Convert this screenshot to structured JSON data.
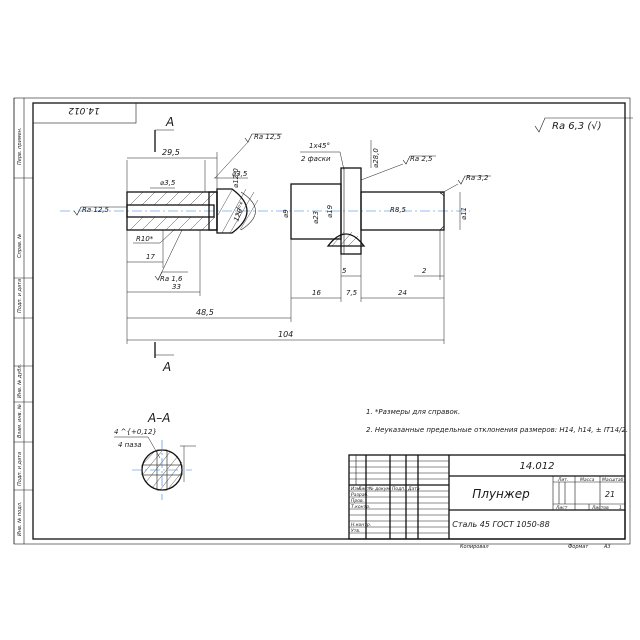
{
  "sheet": {
    "rotated_code": "14.012",
    "title_code": "14.012",
    "part_name": "Плунжер",
    "material": "Сталь 45 ГОСТ 1050-88",
    "mass": "21",
    "scale_label": "Масштаб",
    "mass_label": "Масса",
    "lit_label": "Лит.",
    "sheet_label": "Лист",
    "sheets_label": "Листов",
    "sheets_count": "1",
    "copied_label": "Копировал",
    "format_label": "Формат",
    "format_value": "A3",
    "roughness_general": "Ra 6,3 (√)"
  },
  "title_block": {
    "header": [
      "Изм.",
      "Лист",
      "№ докум.",
      "Подп.",
      "Дата"
    ],
    "rows": [
      "Разраб.",
      "Пров.",
      "Т.контр.",
      "",
      "Н.контр.",
      "Утв."
    ]
  },
  "left_strip": [
    "Перв. примен.",
    "Справ. №",
    "Подп. и дата",
    "Инв. № дубл.",
    "Взам. инв. №",
    "Подп. и дата",
    "Инв. № подл."
  ],
  "section": {
    "mark_top": "A",
    "mark_bottom": "A",
    "title": "A–A",
    "depth_label": "4 ^{+0,12}",
    "holes_label": "4 паза"
  },
  "notes": [
    "1.  *Размеры для справок.",
    "2.  Неуказанные предельные отклонения размеров: H14, h14, ± IT14/2."
  ],
  "dimensions": {
    "d_29_5": "29,5",
    "d_3_5a": "⌀3,5",
    "d_3_5b": "⌀3,5",
    "d_12": "⌀12,0",
    "ra_12_5_top": "Ra 12,5",
    "ra_12_5_left": "Ra 12,5",
    "ra_1_6": "Ra 1,6",
    "ra_2_5": "Ra 2,5",
    "ra_3_2": "Ra 3,2",
    "r10": "R10*",
    "d_17": "17",
    "d_33": "33",
    "d_48_5": "48,5",
    "d_104": "104",
    "d_120": "120°*",
    "d_9": "⌀9",
    "chamfer": "1x45°",
    "chamfer2": "2 фаски",
    "d_28": "⌀28,0",
    "d_23": "⌀23",
    "d_19": "⌀19",
    "r8_5": "R8,5",
    "d_11": "⌀11",
    "d_5": "5",
    "d_16": "16",
    "d_7_5": "7,5",
    "d_24": "24",
    "d_2": "2"
  }
}
